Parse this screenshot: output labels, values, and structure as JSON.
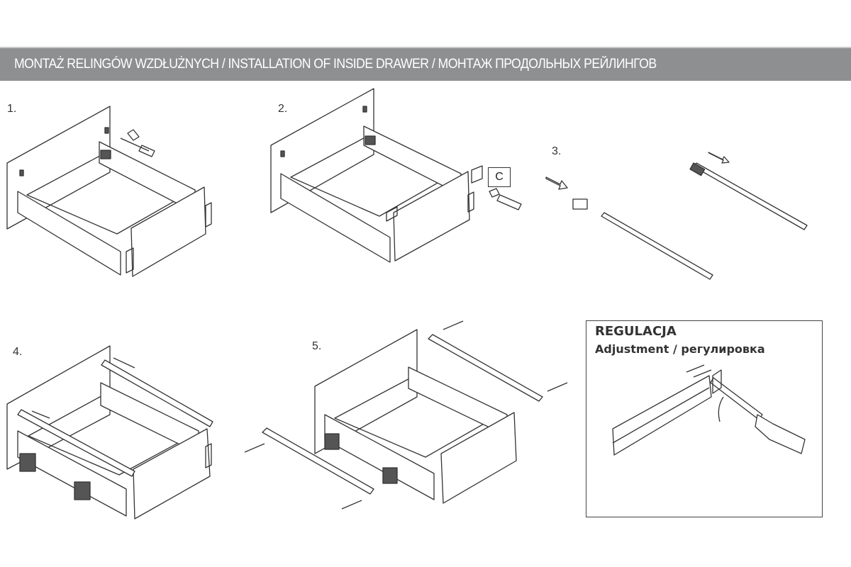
{
  "header": {
    "title": "MONTAŻ RELINGÓW WZDŁUŻNYCH / INSTALLATION OF INSIDE DRAWER / МОНТАЖ ПРОДОЛЬНЫХ РЕЙЛИНГОВ"
  },
  "steps": [
    {
      "label": "1."
    },
    {
      "label": "2.",
      "callout": "C"
    },
    {
      "label": "3."
    },
    {
      "label": "4."
    },
    {
      "label": "5."
    }
  ],
  "adjustment": {
    "title": "REGULACJA",
    "subtitle": "Adjustment / регулировка"
  }
}
